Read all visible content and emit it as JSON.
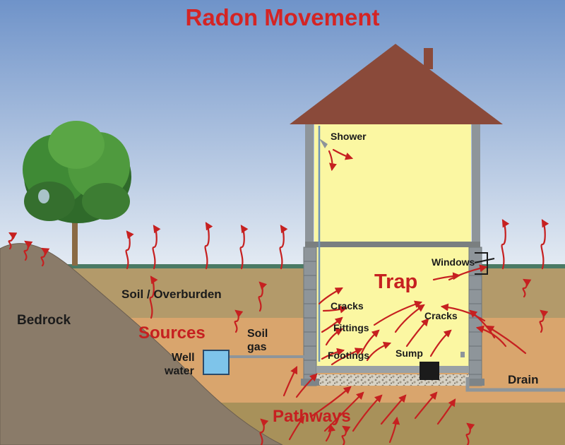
{
  "title": "Radon Movement",
  "labels": {
    "shower": "Shower",
    "windows": "Windows",
    "trap": "Trap",
    "cracks_left": "Cracks",
    "cracks_right": "Cracks",
    "fittings": "Fittings",
    "footings": "Footings",
    "sump": "Sump",
    "soil_overburden": "Soil / Overburden",
    "bedrock": "Bedrock",
    "sources": "Sources",
    "soil_gas_1": "Soil",
    "soil_gas_2": "gas",
    "well_water_1": "Well",
    "well_water_2": "water",
    "drain": "Drain",
    "pathways": "Pathways"
  },
  "colors": {
    "sky_top": "#6f93c9",
    "sky_bottom": "#dfe7f1",
    "soil_top": "#b59a6c",
    "soil_mid": "#d9a26a",
    "soil_deep": "#a88f55",
    "bedrock": "#8a7a68",
    "house_interior": "#fbf7a0",
    "roof": "#8a4a3a",
    "wall": "#8e959a",
    "arrow": "#c62020",
    "title": "#d42424",
    "water": "#7ec4ea"
  }
}
